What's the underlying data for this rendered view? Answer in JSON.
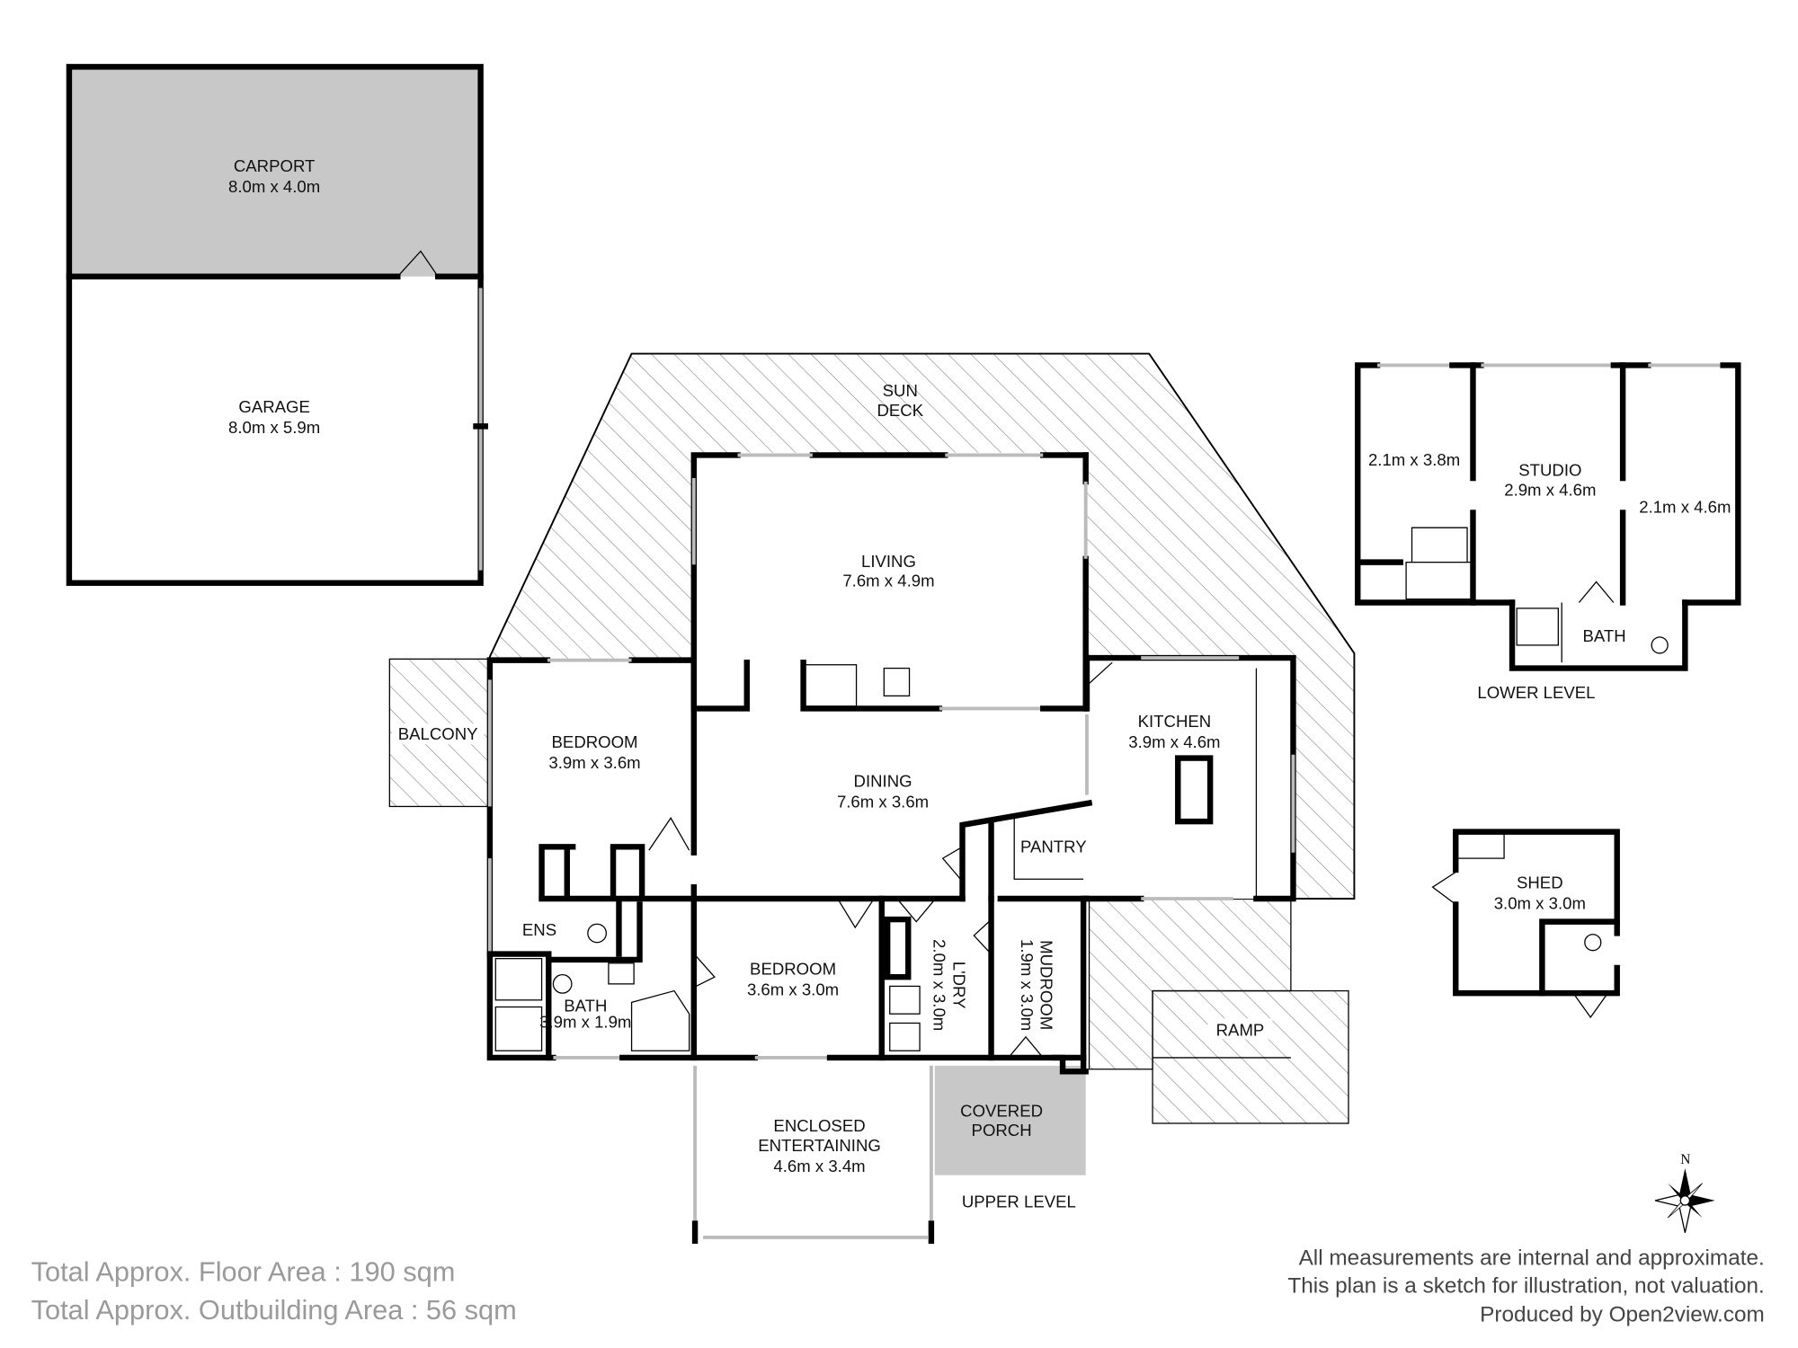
{
  "outbuilding": {
    "carport": {
      "name": "CARPORT",
      "size": "8.0m x 4.0m"
    },
    "garage": {
      "name": "GARAGE",
      "size": "8.0m x 5.9m"
    }
  },
  "upper_level": {
    "label": "UPPER LEVEL",
    "sun_deck": [
      "SUN",
      "DECK"
    ],
    "living": {
      "name": "LIVING",
      "size": "7.6m x 4.9m"
    },
    "dining": {
      "name": "DINING",
      "size": "7.6m x 3.6m"
    },
    "kitchen": {
      "name": "KITCHEN",
      "size": "3.9m x 4.6m"
    },
    "pantry": {
      "name": "PANTRY"
    },
    "balcony": {
      "name": "BALCONY"
    },
    "bedroom1": {
      "name": "BEDROOM",
      "size": "3.9m x 3.6m"
    },
    "ens": {
      "name": "ENS"
    },
    "bath": {
      "name": "BATH",
      "size": "3.9m x 1.9m"
    },
    "bedroom2": {
      "name": "BEDROOM",
      "size": "3.6m x 3.0m"
    },
    "laundry": {
      "name": "L'DRY",
      "size": "2.0m x 3.0m"
    },
    "mudroom": {
      "name": "MUDROOM",
      "size": "1.9m x 3.0m"
    },
    "ramp": {
      "name": "RAMP"
    },
    "enclosed_entertaining": {
      "name": [
        "ENCLOSED",
        "ENTERTAINING"
      ],
      "size": "4.6m x 3.4m"
    },
    "covered_porch": {
      "name": [
        "COVERED",
        "PORCH"
      ]
    }
  },
  "lower_level": {
    "label": "LOWER LEVEL",
    "room_left": {
      "size": "2.1m x 3.8m"
    },
    "studio": {
      "name": "STUDIO",
      "size": "2.9m x 4.6m"
    },
    "room_right": {
      "size": "2.1m x 4.6m"
    },
    "bath": {
      "name": "BATH"
    }
  },
  "shed": {
    "name": "SHED",
    "size": "3.0m x 3.0m"
  },
  "compass": {
    "north": "N"
  },
  "totals": {
    "floor_area": "Total Approx. Floor Area : 190 sqm",
    "outbuilding_area": "Total Approx. Outbuilding Area : 56 sqm"
  },
  "disclaimer": [
    "All measurements are internal and approximate.",
    "This plan is a sketch for illustration, not valuation.",
    "Produced by Open2view.com"
  ],
  "colors": {
    "hatch": "#8a8a8a",
    "shaded": "#c8c8c8",
    "wall": "#000000",
    "footer": "#9a9a9a"
  }
}
